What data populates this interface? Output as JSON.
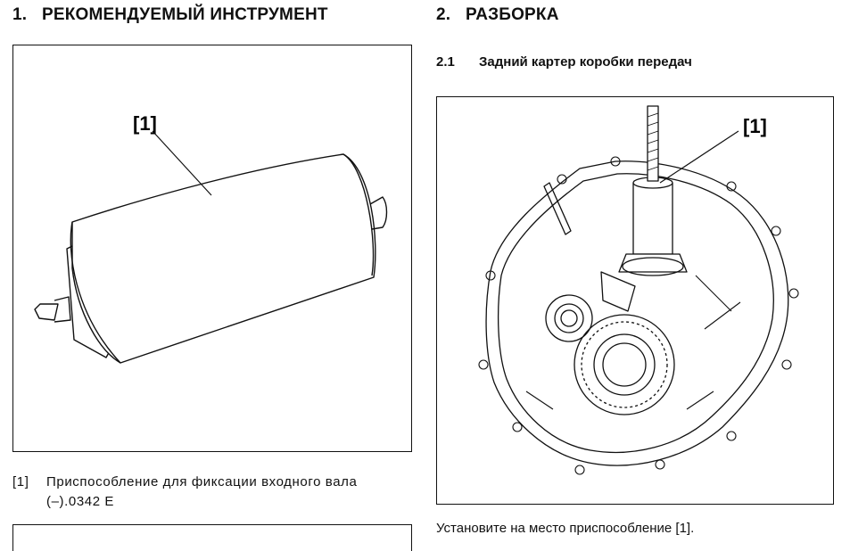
{
  "left": {
    "heading_number": "1.",
    "heading_text": "РЕКОМЕНДУЕМЫЙ ИНСТРУМЕНТ",
    "figure_callout": "[1]",
    "caption_ref": "[1]",
    "caption_line1": "Приспособление для фиксации входного вала",
    "caption_line2": "(–).0342 E"
  },
  "right": {
    "heading_number": "2.",
    "heading_text": "РАЗБОРКА",
    "subheading_number": "2.1",
    "subheading_text": "Задний картер коробки передач",
    "figure_callout": "[1]",
    "instruction": "Установите на место приспособление [1]."
  }
}
